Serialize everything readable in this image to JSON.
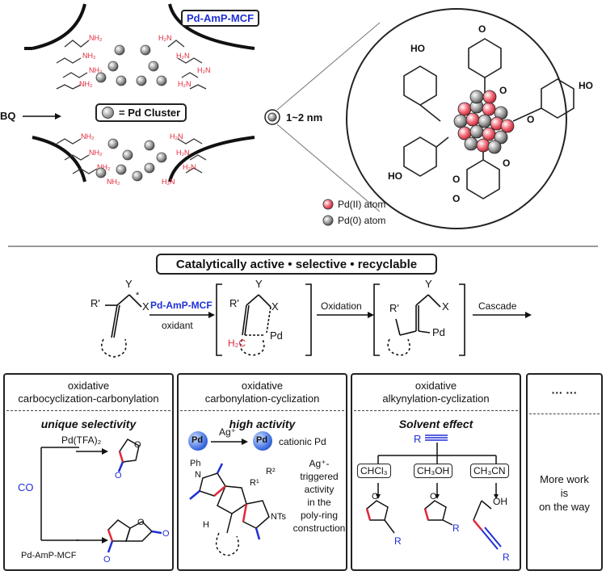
{
  "top": {
    "catalyst_label": "Pd-AmP-MCF",
    "cluster_legend": "= Pd Cluster",
    "bq_label": "BQ",
    "size_label": "1~2 nm",
    "nh2_label": "NH₂",
    "h2n_label": "H₂N",
    "ho_label": "HO",
    "o_label": "O",
    "pd2_legend": "Pd(II) atom",
    "pd0_legend": "Pd(0) atom"
  },
  "banner": "Catalytically  active • selective • recyclable",
  "scheme": {
    "catalyst": "Pd-AmP-MCF",
    "oxidant": "oxidant",
    "oxidation": "Oxidation",
    "cascade": "Cascade",
    "r_prime": "R'",
    "y": "Y",
    "x": "X",
    "pd": "Pd",
    "h2c": "H₂C",
    "star": "*"
  },
  "panels": [
    {
      "title_line1": "oxidative",
      "title_line2": "carbocyclization-carbonylation",
      "subtitle": "unique selectivity",
      "reagent_top": "Pd(TFA)₂",
      "reagent_bottom": "Pd-AmP-MCF",
      "co_label": "CO"
    },
    {
      "title_line1": "oxidative",
      "title_line2": "carbonylation-cyclization",
      "subtitle": "high activity",
      "pd_label": "Pd",
      "ag_label": "Ag⁺",
      "cationic_label": "cationic Pd",
      "ph_label": "Ph",
      "nts_label": "NTs",
      "n_label": "N",
      "r1_label": "R¹",
      "r2_label": "R²",
      "h_label": "H",
      "note_lines": [
        "Ag⁺-triggered",
        "activity",
        "in the",
        "poly-ring",
        "construction"
      ]
    },
    {
      "title_line1": "oxidative",
      "title_line2": "alkynylation-cyclization",
      "subtitle": "Solvent effect",
      "alkyne_label": "R",
      "solvents": [
        "CHCl₃",
        "CH₃OH",
        "CH₃CN"
      ],
      "r_label": "R",
      "oh_label": "OH"
    },
    {
      "dots": "··· ···",
      "lines": [
        "More work",
        "is",
        "on the way"
      ]
    }
  ],
  "colors": {
    "accent_blue": "#1f2fd6",
    "accent_red": "#e0283a",
    "pd2_pink": "#f06a78"
  }
}
